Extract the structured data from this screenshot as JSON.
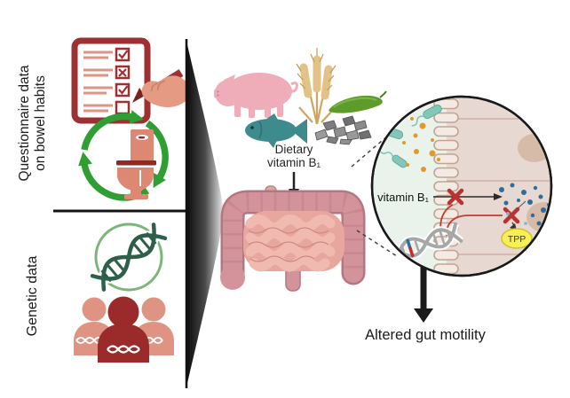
{
  "figure": {
    "type": "graphical-abstract",
    "labels": {
      "questionnaire_line1": "Questionnaire data",
      "questionnaire_line2": "on bowel habits",
      "genetic": "Genetic data",
      "dietary_line1": "Dietary",
      "dietary_line2": "vitamin B₁",
      "vitamin_b1": "vitamin B₁",
      "tpp": "TPP",
      "outcome": "Altered gut motility"
    },
    "icons": {
      "checklist_icon": "clipboard questionnaire with hand ticking boxes",
      "toilet-recycle-icon": "toilet inside green cycle arrows (bowel habit)",
      "dna-circle-icon": "DNA helix in green circle",
      "population-icon": "three people with DNA on chest",
      "funnel-icon": "black data funnel",
      "pig-icon": "pork source of vitamin B1",
      "fish-icon": "fish source of vitamin B1",
      "wheat-icon": "whole grain source of vitamin B1",
      "pea-pod-icon": "legume source of vitamin B1",
      "seeds-icon": "seeds source of vitamin B1",
      "intestine-icon": "human intestines",
      "magnifier-circle": "magnified gut epithelium with microbes",
      "bacteria-icon": "gut bacteria",
      "microvilli-icon": "intestinal brush border",
      "dna-variant-icon": "DNA with highlighted variant",
      "blocked-cross-icon": "red X transport block",
      "down-arrow-icon": "outcome arrow"
    },
    "colors": {
      "maroon": "#9c3032",
      "salmon": "#dd9484",
      "cycle_green": "#2f9e33",
      "dna_dark_green": "#2d5f4b",
      "dna_ring_green": "#7ab57a",
      "people_dark_red": "#9b2b2b",
      "pig_pink": "#eeadb8",
      "fish_teal": "#3e8b8e",
      "wheat_tan": "#e2c287",
      "pea_green": "#5d9b2b",
      "seed_gray": "#8a8a8a",
      "colon_pink": "#d2939b",
      "small_intestine_pink": "#eeb4ab",
      "lumen_mint": "#e9f3ec",
      "epithelium_beige": "#e7d9d1",
      "bacteria_teal": "#7fc5b5",
      "vitamin_orange": "#e1992a",
      "tpp_blue": "#2b6e9e",
      "block_red": "#b93231",
      "tpp_yellow": "#f8ef55"
    }
  }
}
